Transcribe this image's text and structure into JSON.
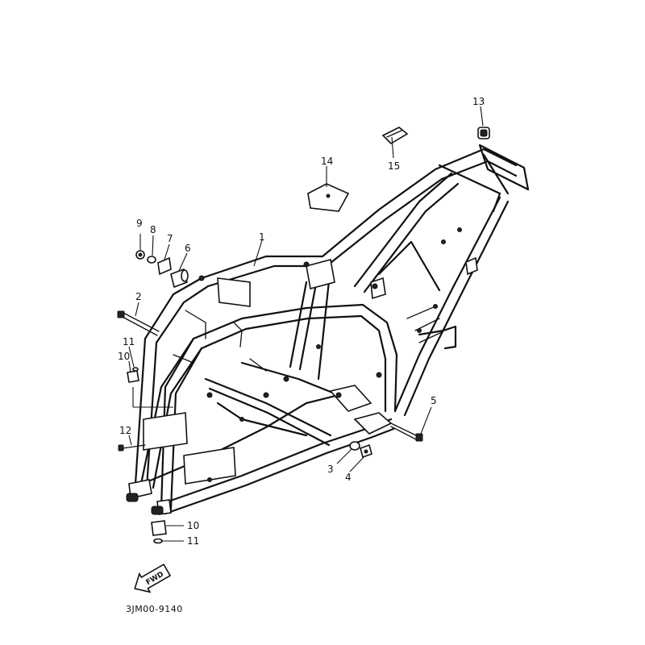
{
  "callouts": {
    "c1": "1",
    "c2": "2",
    "c3": "3",
    "c4": "4",
    "c5": "5",
    "c6": "6",
    "c7": "7",
    "c8": "8",
    "c9": "9",
    "c10a": "10",
    "c10b": "10",
    "c11a": "11",
    "c11b": "11",
    "c12": "12",
    "c13": "13",
    "c14": "14",
    "c15": "15"
  },
  "fwd_label": "FWD",
  "drawing_code": "3JM00-9140"
}
